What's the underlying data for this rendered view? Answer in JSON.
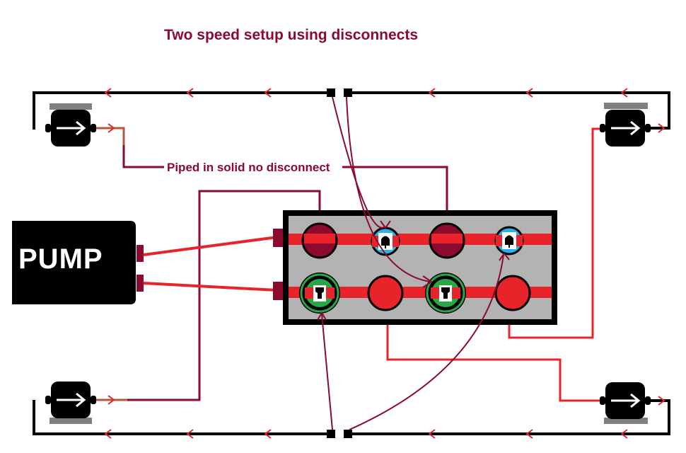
{
  "title": "Two speed setup using disconnects",
  "annotation": "Piped in solid no disconnect",
  "pump": {
    "label": "PUMP"
  },
  "colors": {
    "pressure_line": "#e8242a",
    "return_line": "#000000",
    "signal_line": "#8b0a2e",
    "valve_block": "#b3b3b3",
    "up_valve_cap": "#8b0a2e",
    "down_valve_cap": "#28a745",
    "bell_valve_cap": "#2ab3e8",
    "cylinder_hose": "#b05a3c"
  },
  "components": {
    "cylinders": [
      "front-left",
      "front-right",
      "rear-left",
      "rear-right"
    ],
    "disconnects": [
      "top-disconnect",
      "bottom-disconnect"
    ],
    "valve_block": {
      "top_row": [
        "solid-valve",
        "bell-valve",
        "solid-valve",
        "bell-valve"
      ],
      "bottom_row": [
        "green-valve",
        "red-valve",
        "green-valve",
        "red-valve"
      ]
    }
  }
}
